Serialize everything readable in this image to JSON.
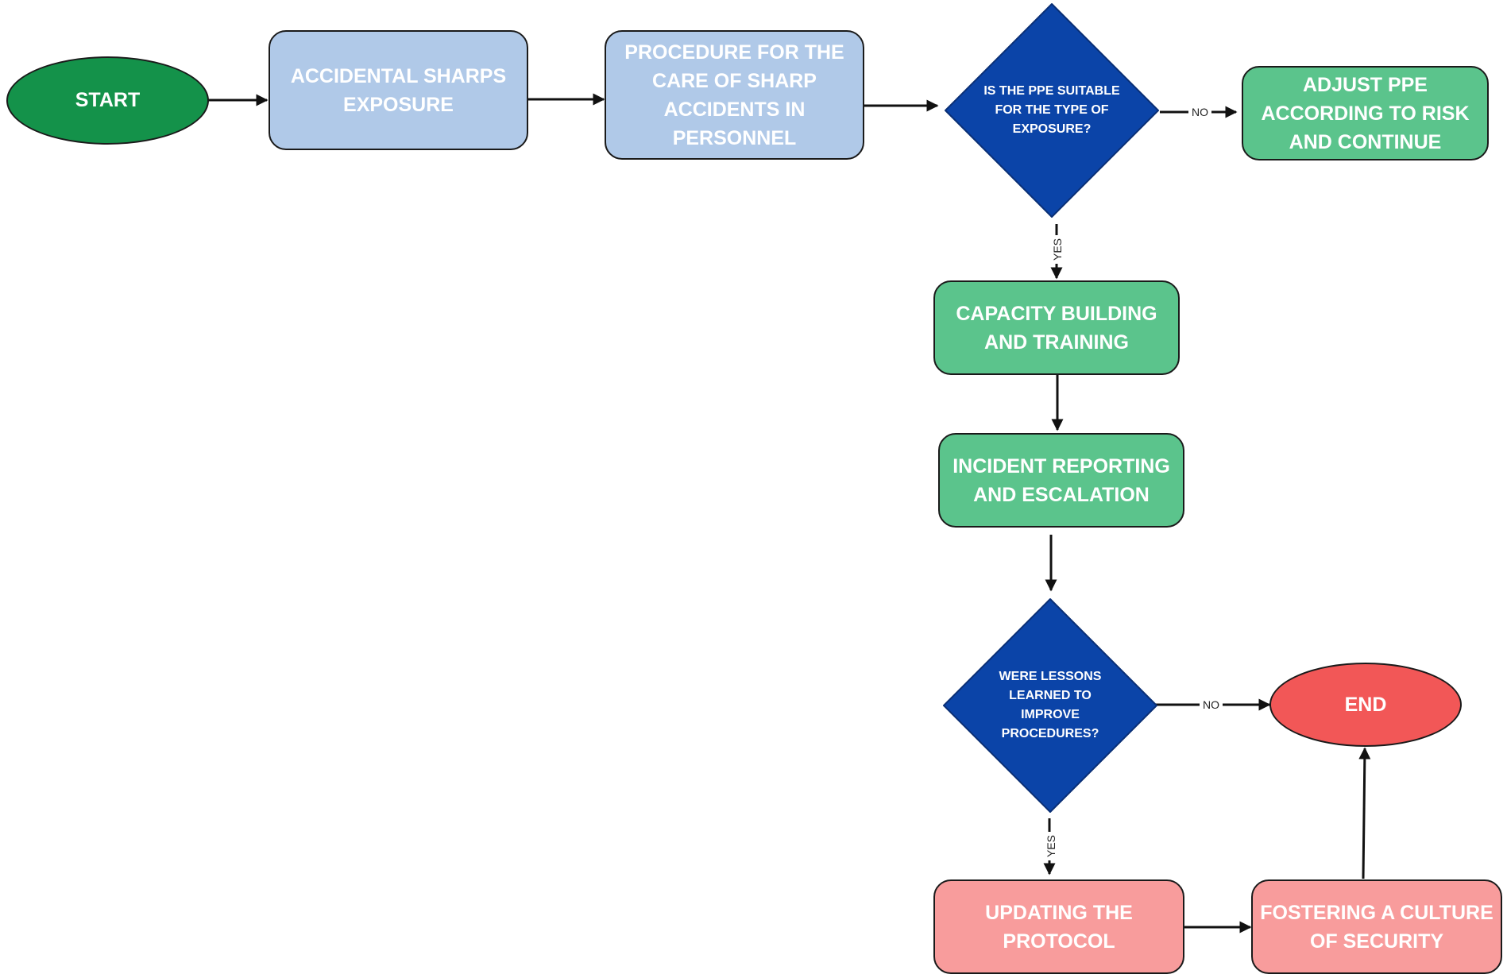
{
  "nodes": {
    "start": "START",
    "accidental_sharps": "ACCIDENTAL SHARPS EXPOSURE",
    "procedure": "PROCEDURE FOR THE CARE OF SHARP ACCIDENTS IN PERSONNEL",
    "ppe_question": "IS THE PPE SUITABLE FOR THE TYPE OF EXPOSURE?",
    "adjust_ppe": "ADJUST PPE ACCORDING TO RISK AND CONTINUE",
    "capacity": "CAPACITY BUILDING AND TRAINING",
    "incident": "INCIDENT REPORTING AND ESCALATION",
    "lessons_question": "WERE LESSONS LEARNED TO IMPROVE PROCEDURES?",
    "end": "END",
    "updating": "UPDATING THE PROTOCOL",
    "fostering": "FOSTERING A CULTURE OF SECURITY"
  },
  "edge_labels": {
    "ppe_no": "NO",
    "ppe_yes": "YES",
    "lessons_no": "NO",
    "lessons_yes": "YES"
  },
  "colors": {
    "start": "#14924a",
    "process_blue": "#b0c9e8",
    "decision": "#0b44a8",
    "process_green": "#5bc48c",
    "process_pink": "#f89c9c",
    "end": "#f25757"
  }
}
